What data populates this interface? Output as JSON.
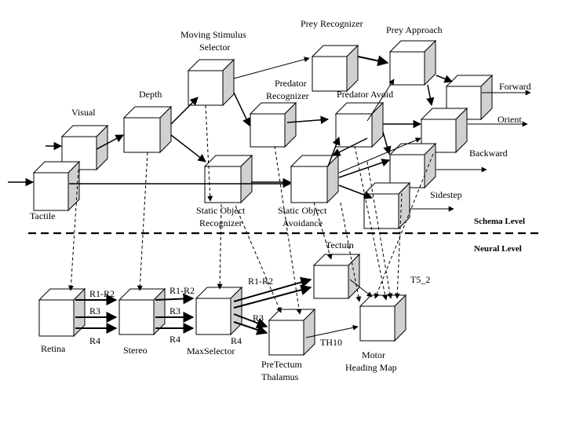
{
  "schema_labels": {
    "visual": "Visual",
    "tactile": "Tactile",
    "depth": "Depth",
    "moving_stimulus_selector_1": "Moving Stimulus",
    "moving_stimulus_selector_2": "Selector",
    "prey_recognizer": "Prey Recognizer",
    "prey_approach": "Prey Approach",
    "predator_recognizer_1": "Predator",
    "predator_recognizer_2": "Recognizer",
    "predator_avoid": "Predator Avoid",
    "static_object_recognizer_1": "Static Object",
    "static_object_recognizer_2": "Recognizer",
    "static_object_avoidance_1": "Static Object",
    "static_object_avoidance_2": "Avoidance",
    "forward": "Forward",
    "orient": "Orient",
    "backward": "Backward",
    "sidestep": "Sidestep"
  },
  "level_labels": {
    "schema_level": "Schema Level",
    "neural_level": "Neural Level"
  },
  "neural_labels": {
    "retina": "Retina",
    "stereo": "Stereo",
    "maxselector": "MaxSelector",
    "tectum": "Tectum",
    "pretectum_1": "PreTectum",
    "pretectum_2": "Thalamus",
    "th10": "TH10",
    "t5_2": "T5_2",
    "motor_heading_1": "Motor",
    "motor_heading_2": "Heading Map"
  },
  "edge_labels": {
    "r1_r2_a": "R1-R2",
    "r3_a": "R3",
    "r4_a": "R4",
    "r1_r2_b": "R1-R2",
    "r3_b": "R3",
    "r4_b": "R4",
    "r1_r2_c": "R1-R2",
    "r3_c": "R3",
    "r4_c": "R4"
  }
}
